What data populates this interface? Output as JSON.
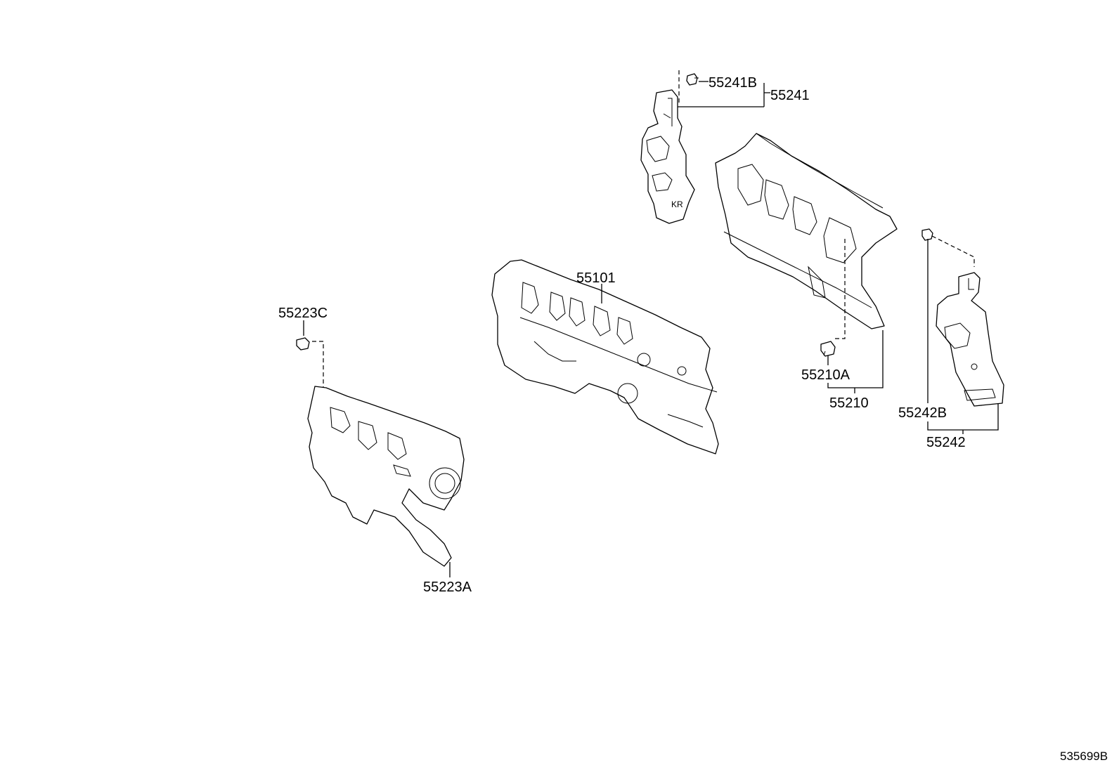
{
  "diagram": {
    "labels": {
      "p55241B": "55241B",
      "p55241": "55241",
      "p55101": "55101",
      "p55223C": "55223C",
      "p55223A": "55223A",
      "p55210A": "55210A",
      "p55210": "55210",
      "p55242B": "55242B",
      "p55242": "55242"
    },
    "reference_number": "535699B"
  }
}
